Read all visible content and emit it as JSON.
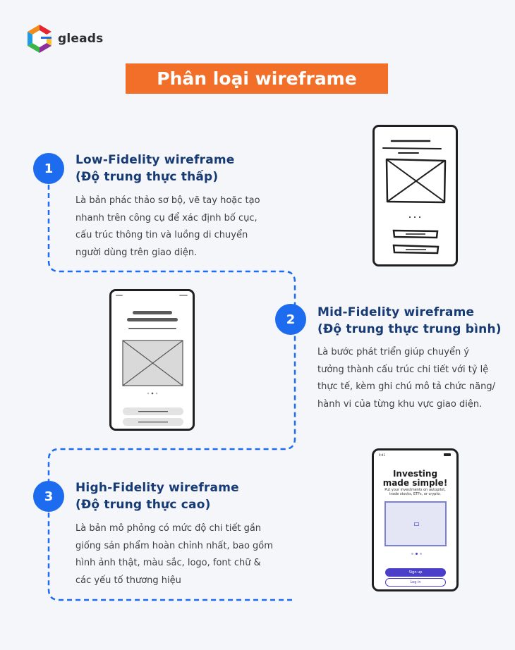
{
  "brand": {
    "name": "gleads"
  },
  "title": "Phân loại wireframe",
  "steps": [
    {
      "number": "1",
      "heading_line1": "Low-Fidelity wireframe",
      "heading_line2": "(Độ trung thực thấp)",
      "desc_lines": [
        "Là bản phác thảo sơ bộ, vẽ tay hoặc tạo",
        "nhanh trên công cụ để xác định bố cục,",
        "cấu trúc thông tin và luồng di chuyển",
        "người dùng trên giao diện."
      ]
    },
    {
      "number": "2",
      "heading_line1": "Mid-Fidelity wireframe",
      "heading_line2": "(Độ trung thực trung bình)",
      "desc_lines": [
        "Là bước phát triển giúp chuyển ý",
        "tưởng thành cấu trúc chi tiết với tỷ lệ",
        "thực tế, kèm ghi chú mô tả chức năng/",
        "hành vi của từng khu vực giao diện."
      ]
    },
    {
      "number": "3",
      "heading_line1": "High-Fidelity wireframe",
      "heading_line2": "(Độ trung thực cao)",
      "desc_lines": [
        "Là bản mô phỏng có mức độ chi tiết gần",
        "giống sản phẩm hoàn chỉnh nhất, bao gồm",
        "hình ảnh thật, màu sắc, logo, font chữ &",
        "các yếu tố thương hiệu"
      ]
    }
  ],
  "hifi_mockup": {
    "status_time": "9:41",
    "title_line1": "Investing",
    "title_line2": "made simple!",
    "subtitle_line1": "Put your investments on autopilot,",
    "subtitle_line2": "trade stocks, ETFs, or crypto.",
    "primary_button": "Sign up",
    "secondary_button": "Log in"
  },
  "colors": {
    "accent_orange": "#f26f2a",
    "step_blue": "#1d6cf0",
    "heading_navy": "#163a73",
    "hifi_purple": "#4b3fc9"
  }
}
